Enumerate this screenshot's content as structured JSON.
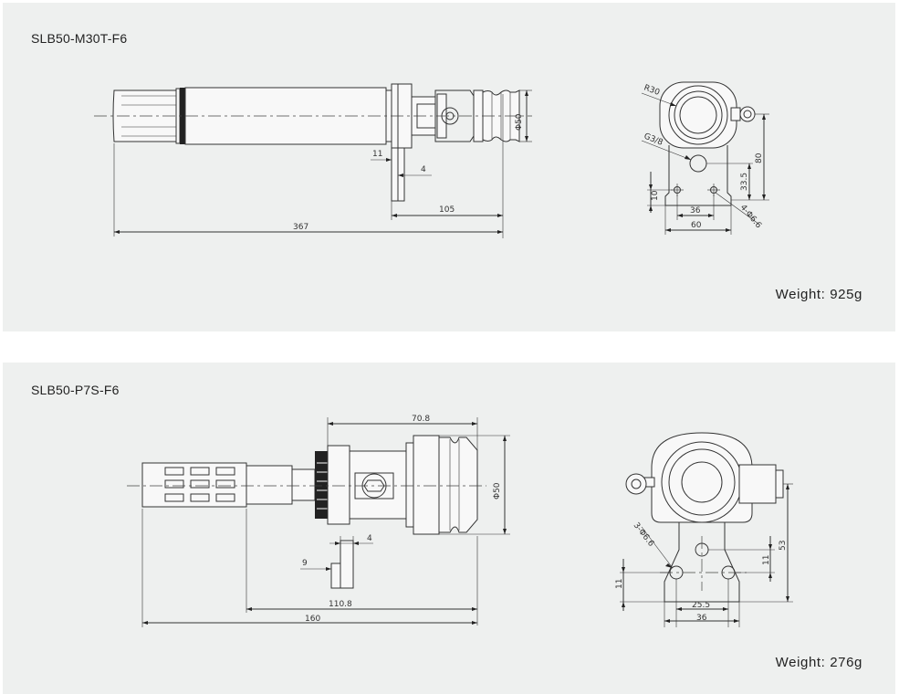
{
  "panels": [
    {
      "model": "SLB50-M30T-F6",
      "weight_label": "Weight: 925g",
      "dims": {
        "diameter": "Φ50",
        "d11": "11",
        "d4": "4",
        "d105": "105",
        "d367": "367",
        "r30": "R30",
        "g38": "G3/8",
        "d80": "80",
        "d335": "33.5",
        "d10": "10",
        "d36": "36",
        "d60": "60",
        "holes": "4-Φ6.6"
      }
    },
    {
      "model": "SLB50-P7S-F6",
      "weight_label": "Weight: 276g",
      "dims": {
        "d708": "70.8",
        "diameter": "Φ50",
        "d4": "4",
        "d9": "9",
        "d1108": "110.8",
        "d160": "160",
        "holes": "3-Φ6.6",
        "d11a": "11",
        "d11b": "11",
        "d53": "53",
        "d255": "25.5",
        "d36": "36"
      }
    }
  ]
}
